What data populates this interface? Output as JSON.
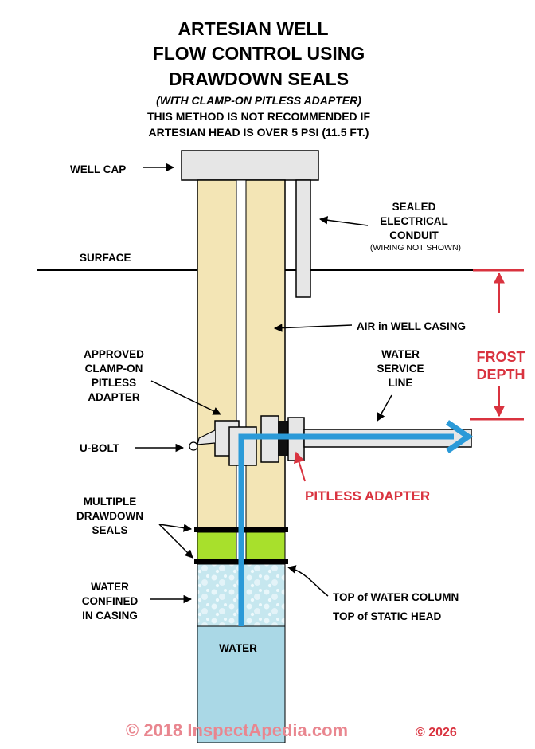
{
  "title": {
    "line1": "ARTESIAN WELL",
    "line2": "FLOW CONTROL USING",
    "line3": "DRAWDOWN SEALS"
  },
  "subtitle": {
    "italic": "(WITH CLAMP-ON PITLESS ADAPTER)",
    "line1": "THIS METHOD IS NOT RECOMMENDED IF",
    "line2": "ARTESIAN HEAD IS OVER 5 PSI (11.5 FT.)"
  },
  "labels": {
    "well_cap": "WELL CAP",
    "surface": "SURFACE",
    "sealed_conduit": [
      "SEALED",
      "ELECTRICAL",
      "CONDUIT"
    ],
    "wiring_note": "(WIRING NOT SHOWN)",
    "air": "AIR in WELL CASING",
    "approved_adapter": [
      "APPROVED",
      "CLAMP-ON",
      "PITLESS",
      "ADAPTER"
    ],
    "water_service": [
      "WATER",
      "SERVICE",
      "LINE"
    ],
    "frost_depth": [
      "FROST",
      "DEPTH"
    ],
    "u_bolt": "U-BOLT",
    "pitless_adapter": "PITLESS ADAPTER",
    "drawdown_seals": [
      "MULTIPLE",
      "DRAWDOWN",
      "SEALS"
    ],
    "water_confined": [
      "WATER",
      "CONFINED",
      "IN CASING"
    ],
    "top_water_column": "TOP of WATER COLUMN",
    "top_static_head": "TOP of STATIC HEAD",
    "water": "WATER"
  },
  "copyright": {
    "main": "© 2018 InspectApedia.com",
    "year": "© 2026"
  },
  "colors": {
    "casing_air": "#f3e5b5",
    "seal_green": "#a8e02c",
    "water_blue": "#aad8e6",
    "pipe_blue": "#2b9ad8",
    "cap_gray": "#e6e6e6",
    "accent_red": "#d9333f"
  }
}
